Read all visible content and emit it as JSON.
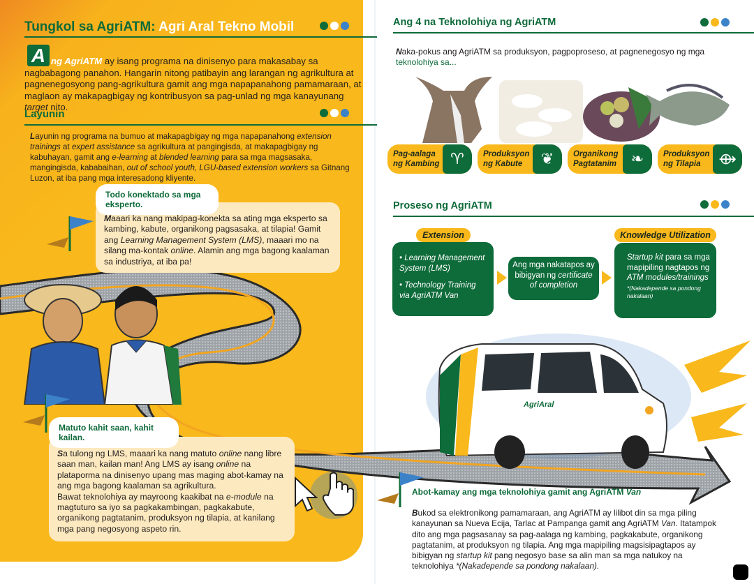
{
  "left": {
    "title_green": "Tungkol sa AgriATM:",
    "title_white": " Agri Aral Tekno Mobil",
    "dot_colors": [
      "#0e6b3a",
      "#ffffff",
      "#3b82c9"
    ],
    "dropcap": "A",
    "intro": [
      [
        "ng AgriATM",
        "ital-white"
      ],
      [
        " ay isang programa na dinisenyo para makasabay sa nagbabagong panahon. Hangarin nitong patibayin ang larangan ng agrikultura at pagnenegosyong pang-agrikultura gamit ang mga napapanahong pamamaraan, at maglaon ay makapagbigay ng kontribusyon sa pag-unlad ng mga kanayunang ",
        ""
      ],
      [
        "target",
        "i"
      ],
      [
        " nito.",
        ""
      ]
    ],
    "layunin_title": "Layunin",
    "layunin_text": [
      [
        "L",
        "b"
      ],
      [
        "ayunin ng programa na bumuo at makapagbigay ng mga napapanahong ",
        ""
      ],
      [
        "extension trainings",
        "i"
      ],
      [
        " at ",
        ""
      ],
      [
        "expert assistance",
        "i"
      ],
      [
        " sa agrikultura at pangingisda, at makapagbigay ng kabuhayan, gamit ang ",
        ""
      ],
      [
        "e-learning",
        "i"
      ],
      [
        " at ",
        ""
      ],
      [
        "blended learning",
        "i"
      ],
      [
        " para sa mga magsasaka, mangingisda, kababaihan, ",
        ""
      ],
      [
        "out of school youth, LGU-based extension workers",
        "i"
      ],
      [
        " sa Gitnang Luzon, at iba pang mga interesadong kliyente.",
        ""
      ]
    ],
    "bubble1_title": "Todo konektado sa mga eksperto.",
    "bubble1_text": [
      [
        "M",
        "b"
      ],
      [
        "aaari ka nang makipag-konekta sa ating mga eksperto sa kambing, kabute, organikong pagsasaka, at tilapia! Gamit ang ",
        ""
      ],
      [
        "Learning Management System (LMS)",
        "i"
      ],
      [
        ", maaari mo na silang ma-kontak ",
        ""
      ],
      [
        "online",
        "i"
      ],
      [
        ". Alamin ang mga bagong kaalaman sa industriya, at iba pa!",
        ""
      ]
    ],
    "bubble2_title": "Matuto kahit saan, kahit kailan.",
    "bubble2_text": [
      [
        "S",
        "b"
      ],
      [
        "a tulong ng LMS, maaari ka nang matuto ",
        ""
      ],
      [
        "online",
        "i"
      ],
      [
        " nang libre saan man, kailan man! Ang LMS ay isang ",
        ""
      ],
      [
        "online",
        "i"
      ],
      [
        " na plataporma na dinisenyo upang mas maging abot-kamay na ang mga bagong kaalaman sa agrikultura.\nBawat teknolohiya ay mayroong kaakibat na ",
        ""
      ],
      [
        "e-module",
        "i"
      ],
      [
        " na magtuturo sa iyo sa pagkakambingan, pagkakabute, organikong pagtatanim, produksyon ng tilapia, at kanilang mga pang negosyong aspeto rin.",
        ""
      ]
    ]
  },
  "right": {
    "tech_title": "Ang 4 na Teknolohiya ng AgriATM",
    "dot_colors": [
      "#0e6b3a",
      "#f9b81b",
      "#3b82c9"
    ],
    "tech_intro_dark": "aka-pokus ang AgriATM sa produksyon, pagpoproseso, at pagnenegosyo ng mga",
    "tech_intro_cap": "N",
    "tech_intro_green": "teknolohiya sa...",
    "technologies": [
      {
        "label": "Pag-aalaga ng Kambing",
        "icon": "goat-icon"
      },
      {
        "label": "Produksyon ng Kabute",
        "icon": "mushroom-icon"
      },
      {
        "label": "Organikong Pagtatanim",
        "icon": "leaf-icon"
      },
      {
        "label": "Produksyon ng Tilapia",
        "icon": "fish-icon"
      }
    ],
    "process_title": "Proseso ng AgriATM",
    "process": {
      "extension_label": "Extension",
      "extension_items": [
        "Learning Management System (LMS)",
        "Technology Training via AgriATM Van"
      ],
      "middle": [
        [
          "Ang mga nakatapos ay bibigyan ng ",
          ""
        ],
        [
          "certificate of completion",
          "i"
        ]
      ],
      "ku_label": "Knowledge Utilization",
      "ku_text": [
        [
          "Startup kit",
          "i"
        ],
        [
          " para sa mga mapipiling nagtapos ng ",
          ""
        ],
        [
          "ATM modules/trainings",
          "i"
        ]
      ],
      "ku_note": "*(Nakadepende sa pondong nakalaan)"
    },
    "van_heading": [
      [
        "Abot-kamay ang mga teknolohiya gamit ang AgriATM ",
        ""
      ],
      [
        "Van",
        "i"
      ]
    ],
    "van_text": [
      [
        "B",
        "b"
      ],
      [
        "ukod sa elektronikong pamamaraan, ang AgriATM ay lilibot din sa mga piling kanayunan sa Nueva Ecija, Tarlac at Pampanga gamit ang AgriATM ",
        ""
      ],
      [
        "Van",
        "i"
      ],
      [
        ". Itatampok dito ang mga pagsasanay sa pag-aalaga ng kambing, pagkakabute, organikong pagtatanim, at produksyon ng tilapia. Ang mga mapipiling magsisipagtapos ay bibigyan ng ",
        ""
      ],
      [
        "startup kit",
        "i"
      ],
      [
        " pang negosyo base sa alin man sa mga natukoy na teknolohiya ",
        ""
      ],
      [
        "*(Nakadepende sa pondong nakalaan).",
        "i"
      ]
    ],
    "van_logo": "AgriAral"
  }
}
